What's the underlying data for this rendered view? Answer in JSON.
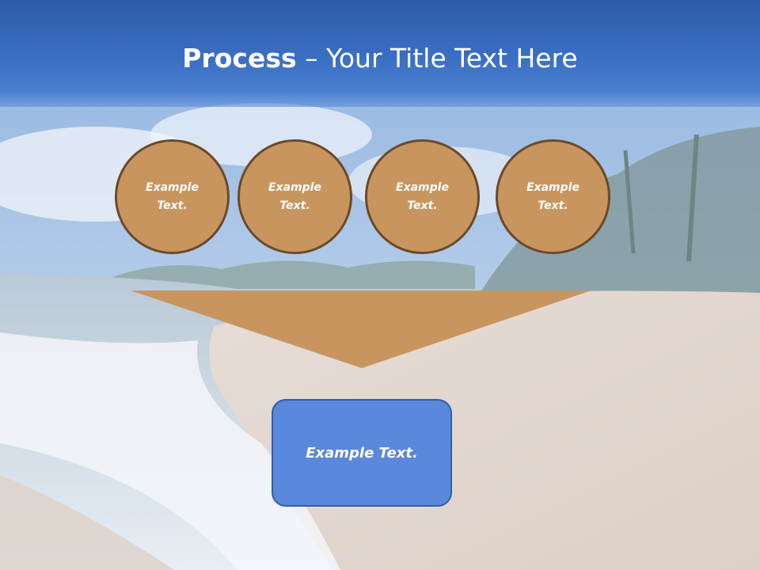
{
  "slide": {
    "title_bold": "Process",
    "title_rest": " – Your Title Text Here",
    "circles": [
      {
        "label": "Example Text."
      },
      {
        "label": "Example Text."
      },
      {
        "label": "Example Text."
      },
      {
        "label": "Example Text."
      }
    ],
    "result_label": "Example Text."
  },
  "colors": {
    "header": "#3a6fc4",
    "circle_fill": "#c9955f",
    "circle_border": "#6a4a2a",
    "funnel_fill": "#c9955f",
    "box_fill": "#5a88db",
    "box_border": "#2f5fa8"
  }
}
